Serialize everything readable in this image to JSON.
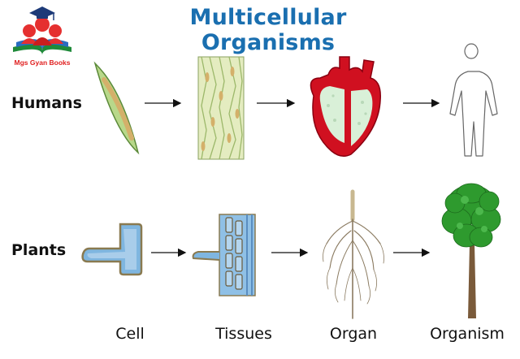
{
  "title": "Multicellular Organisms",
  "logo": {
    "text": "Mgs Gyan Books"
  },
  "rows": [
    {
      "label": "Humans"
    },
    {
      "label": "Plants"
    }
  ],
  "columns": [
    {
      "label": "Cell"
    },
    {
      "label": "Tissues"
    },
    {
      "label": "Organ"
    },
    {
      "label": "Organism"
    }
  ],
  "colors": {
    "title": "#1a6fb0",
    "cell_green": "#b8d88a",
    "heart_red": "#d01020",
    "plant_blue": "#7fb6e0",
    "leaf_green": "#2e9a2e",
    "trunk_brown": "#7a5a3a"
  }
}
